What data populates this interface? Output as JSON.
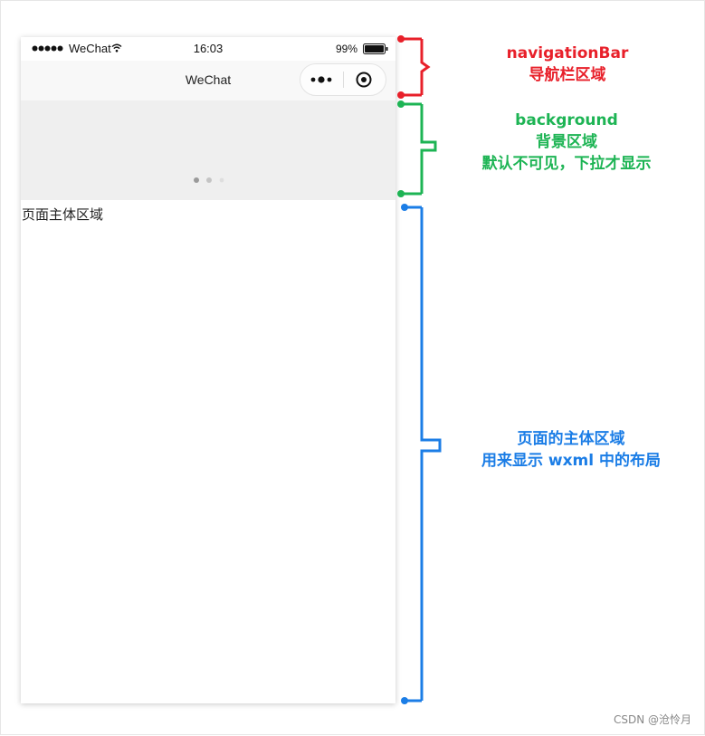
{
  "phone": {
    "status_bar": {
      "carrier": "WeChat",
      "time": "16:03",
      "battery": "99%"
    },
    "nav_bar": {
      "title": "WeChat",
      "icons": [
        "more-icon",
        "close-circle-icon"
      ]
    },
    "main": {
      "text": "页面主体区域"
    }
  },
  "annotations": {
    "navigation": {
      "line1": "navigationBar",
      "line2": "导航栏区域",
      "color": "#e8202a"
    },
    "background": {
      "line1": "background",
      "line2": "背景区域",
      "line3": "默认不可见，下拉才显示",
      "color": "#1db454"
    },
    "body": {
      "line1": "页面的主体区域",
      "line2": "用来显示 wxml 中的布局",
      "color": "#1b7de6"
    }
  },
  "watermark": "CSDN @沧怜月"
}
